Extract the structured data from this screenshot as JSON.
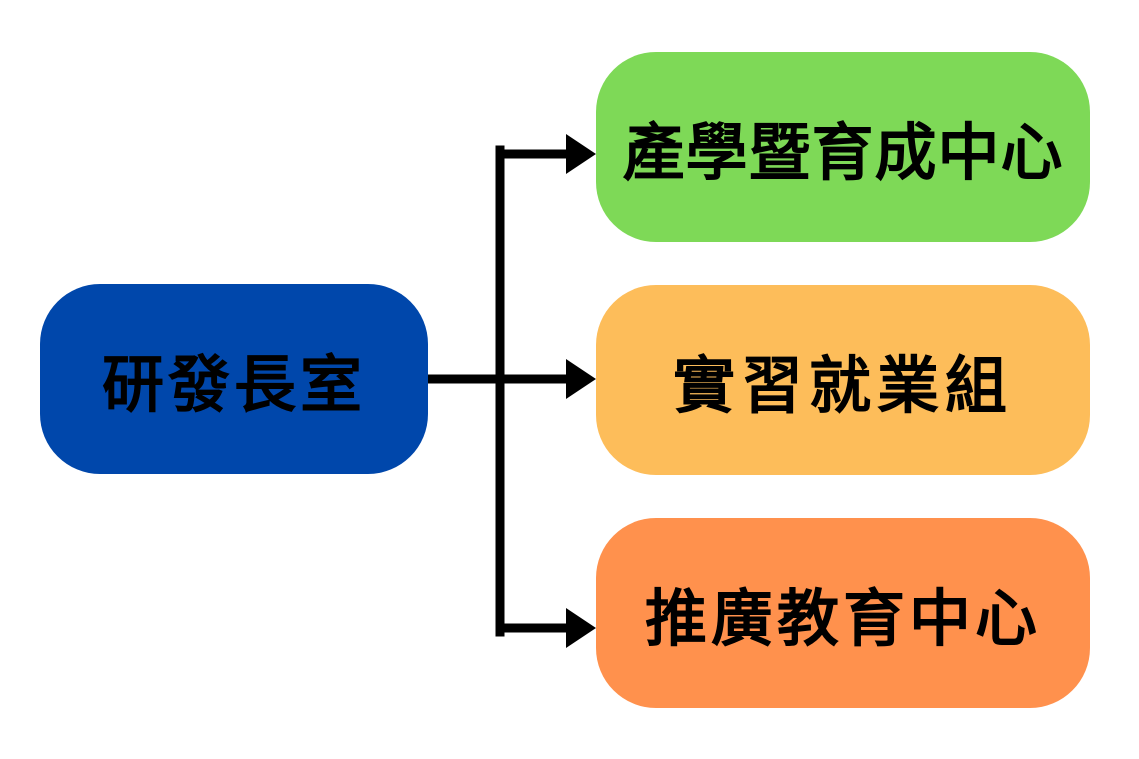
{
  "root": {
    "label": "研發長室",
    "color": "#0047AB"
  },
  "children": [
    {
      "label": "產學暨育成中心",
      "color": "#7ED957"
    },
    {
      "label": "實習就業組",
      "color": "#FDBD5A"
    },
    {
      "label": "推廣教育中心",
      "color": "#FF914D"
    }
  ],
  "connector_color": "#000000"
}
